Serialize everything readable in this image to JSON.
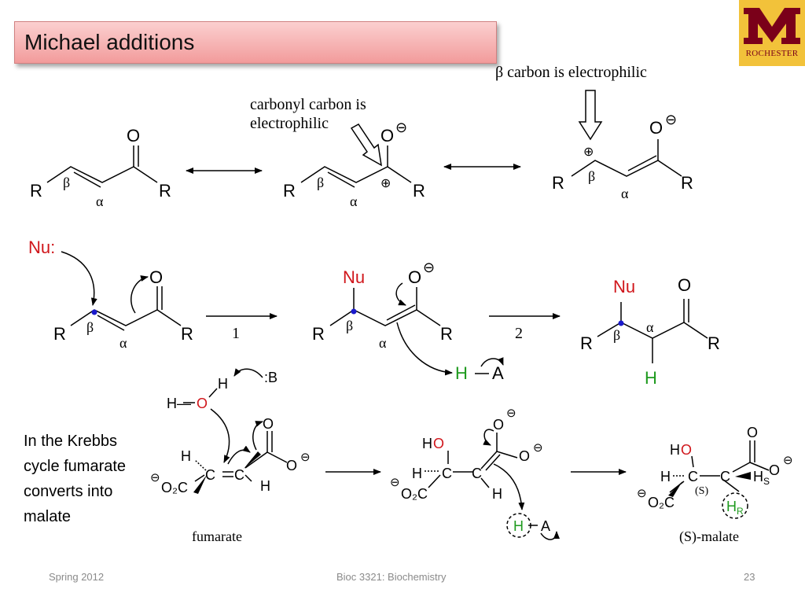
{
  "slide": {
    "title": "Michael additions",
    "logo_text": "ROCHESTER",
    "krebs_text": "In the Krebbs cycle fumarate converts into malate",
    "footer": {
      "left": "Spring 2012",
      "center": "Bioc 3321: Biochemistry",
      "right": "23"
    }
  },
  "scheme": {
    "beta_electrophilic": "β carbon is electrophilic",
    "carbonyl_line1": "carbonyl carbon is",
    "carbonyl_line2": "electrophilic",
    "R": "R",
    "O": "O",
    "alpha": "α",
    "beta": "β",
    "plus": "⊕",
    "minus": "⊖",
    "nu_colon": "Nu:",
    "nu": "Nu",
    "step1": "1",
    "step2": "2",
    "H": "H",
    "A": "A",
    "HA_bond": "—",
    "base": ":B",
    "HO_left": "H—",
    "HO_right": "O",
    "C": "C",
    "carboxylate_left": "O₂C",
    "HO": "H",
    "O_red": "O",
    "HS": "H",
    "S_sub": "S",
    "HR": "H",
    "R_sub": "R",
    "S_label": "(S)",
    "fumarate": "fumarate",
    "malate": "(S)-malate"
  },
  "colors": {
    "red": "#d0161b",
    "green": "#1e9a1e",
    "blue": "#1a1acc",
    "title_bg": "#f4a9a9"
  }
}
